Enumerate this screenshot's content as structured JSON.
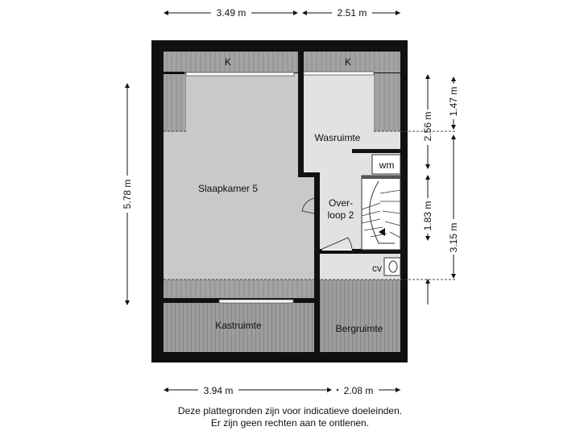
{
  "dimensions": {
    "top_left": "3.49 m",
    "top_right": "2.51 m",
    "bottom_left": "3.94 m",
    "bottom_right": "2.08 m",
    "left_height": "5.78 m",
    "right_a": "2.56 m",
    "right_b": "1.83 m",
    "right_c": "1.47 m",
    "right_d": "3.15 m"
  },
  "rooms": {
    "slaapkamer": "Slaapkamer 5",
    "wasruimte": "Wasruimte",
    "overloop_line1": "Over-",
    "overloop_line2": "loop 2",
    "kastruimte": "Kastruimte",
    "bergruimte": "Bergruimte",
    "knee_left": "K",
    "knee_right": "K",
    "wm": "wm",
    "cv": "cv"
  },
  "disclaimer": {
    "line1": "Deze plattegronden zijn voor indicatieve doeleinden.",
    "line2": "Er zijn geen rechten aan te ontlenen."
  },
  "colors": {
    "wall": "#111111",
    "floor": "#c9c9c9",
    "floor_light": "#e2e2e2",
    "roof_slope": "#a3a3a3",
    "roof_line": "#8a8a8a"
  }
}
